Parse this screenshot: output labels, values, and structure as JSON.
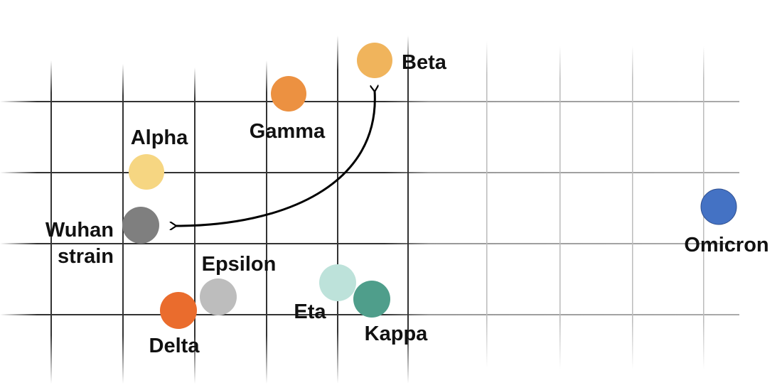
{
  "variants": [
    {
      "id": "beta",
      "name": "Beta",
      "color": "#f0b45c"
    },
    {
      "id": "gamma",
      "name": "Gamma",
      "color": "#ec9141"
    },
    {
      "id": "alpha",
      "name": "Alpha",
      "color": "#f6d682"
    },
    {
      "id": "wuhan",
      "name_lines": [
        "Wuhan",
        "strain"
      ],
      "color": "#7f7f7f"
    },
    {
      "id": "epsilon",
      "name": "Epsilon",
      "color": "#bdbdbd"
    },
    {
      "id": "delta",
      "name": "Delta",
      "color": "#ea6c2d"
    },
    {
      "id": "eta",
      "name": "Eta",
      "color": "#bde2da"
    },
    {
      "id": "kappa",
      "name": "Kappa",
      "color": "#4f9e8b"
    },
    {
      "id": "omicron",
      "name": "Omicron",
      "color": "#4472c4"
    }
  ]
}
